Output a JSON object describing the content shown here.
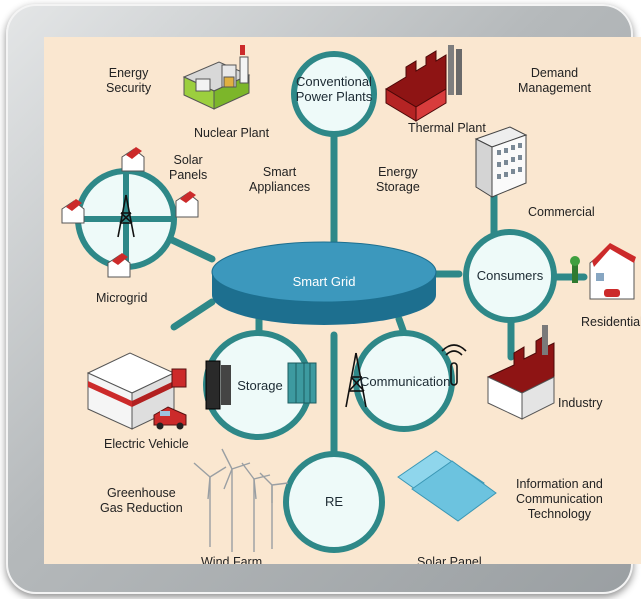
{
  "diagram": {
    "hub": "Smart Grid",
    "nodes": {
      "conventional": [
        "Conventional",
        "Power Plants"
      ],
      "consumers": "Consumers",
      "storage": "Storage",
      "communication": "Communication",
      "re": "RE"
    },
    "labels": {
      "energy_security": [
        "Energy",
        "Security"
      ],
      "nuclear_plant": "Nuclear Plant",
      "thermal_plant": "Thermal Plant",
      "demand_management": [
        "Demand",
        "Management"
      ],
      "solar_panels": [
        "Solar",
        "Panels"
      ],
      "smart_appliances": [
        "Smart",
        "Appliances"
      ],
      "energy_storage": [
        "Energy",
        "Storage"
      ],
      "commercial": "Commercial",
      "microgrid": "Microgrid",
      "residential": "Residential",
      "industry": "Industry",
      "electric_vehicle": "Electric Vehicle",
      "greenhouse": [
        "Greenhouse",
        "Gas Reduction"
      ],
      "ict": [
        "Information and",
        "Communication",
        "Technology"
      ],
      "wind_farm": "Wind Farm",
      "solar_panel": "Solar Panel"
    },
    "colors": {
      "background": "#fae7d0",
      "node_fill": "#eefaf9",
      "node_stroke": "#2e8888",
      "connector": "#2e8888",
      "hub_top": "#3c98bd",
      "hub_side": "#1d6f8f"
    }
  }
}
